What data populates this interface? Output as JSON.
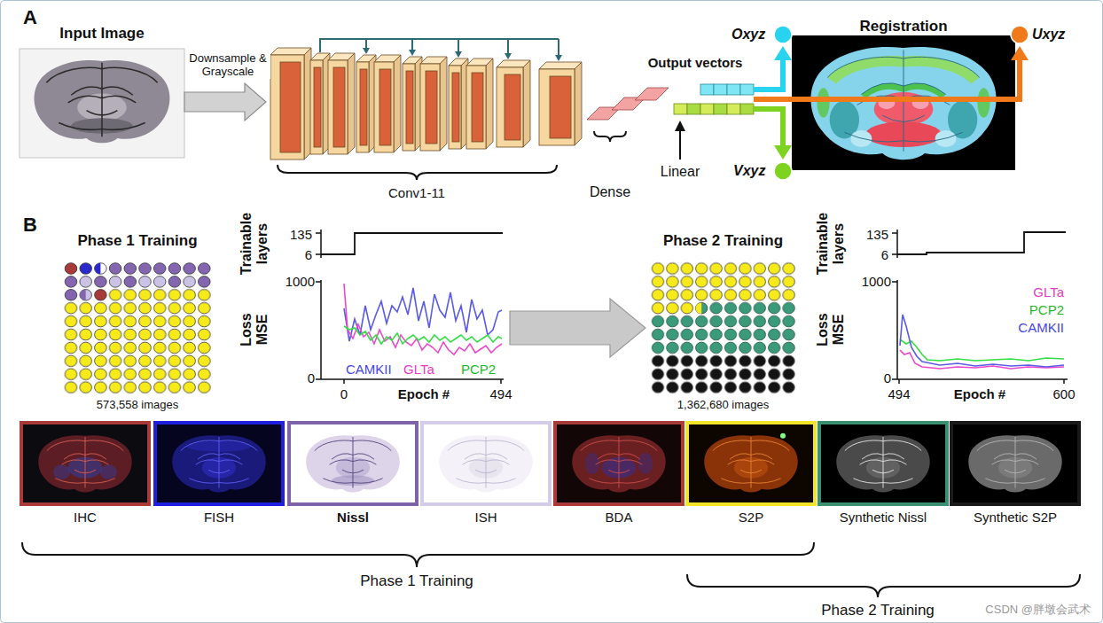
{
  "diagram": {
    "nodes": [
      {
        "text": [
          "Input Image"
        ]
      },
      {
        "text": [
          "Conv1-11"
        ]
      },
      {
        "text": [
          "Output vectors"
        ]
      },
      {
        "text": [
          "Oxyz"
        ]
      },
      {
        "text": [
          "Registration"
        ]
      },
      {
        "text": [
          "Uxyz"
        ]
      },
      {
        "text": [
          "Vxyz"
        ]
      },
      {
        "text": [
          "Phase 1 Training",
          "573,558 images"
        ]
      },
      {
        "text": [
          "Trainable layers",
          "135",
          "6",
          "Loss MSE",
          "1000",
          "0",
          "0",
          "Epoch #",
          "494",
          "CAMKII",
          "GLTa",
          "PCP2"
        ]
      },
      {
        "text": [
          "Phase 2 Training",
          "1,362,680 images"
        ]
      },
      {
        "text": [
          "Trainable layers",
          "135",
          "6",
          "Loss MSE",
          "1000",
          "0",
          "GLTa",
          "PCP2",
          "CAMKII",
          "494",
          "Epoch #",
          "600"
        ]
      },
      {
        "text": [
          "IHC"
        ]
      },
      {
        "text": [
          "FISH"
        ]
      },
      {
        "text": [
          "Nissl"
        ]
      },
      {
        "text": [
          "ISH"
        ]
      },
      {
        "text": [
          "BDA"
        ]
      },
      {
        "text": [
          "S2P"
        ]
      },
      {
        "text": [
          "Synthetic Nissl"
        ]
      },
      {
        "text": [
          "Synthetic S2P"
        ]
      }
    ],
    "edges": [
      {
        "from": 0,
        "to": 1,
        "label": "Downsample & Grayscale",
        "arrow": "to"
      },
      {
        "from": 2,
        "to": 3,
        "arrow": "to"
      },
      {
        "from": 2,
        "to": 5,
        "arrow": "to"
      },
      {
        "from": 2,
        "to": 6,
        "arrow": "to"
      },
      {
        "from": 8,
        "to": 9,
        "arrow": "to"
      }
    ],
    "labels": [
      "A",
      "Dense",
      "Linear",
      "B",
      "Phase 1 Training",
      "Phase 2 Training",
      "CSDN @胖墩会武术"
    ]
  }
}
